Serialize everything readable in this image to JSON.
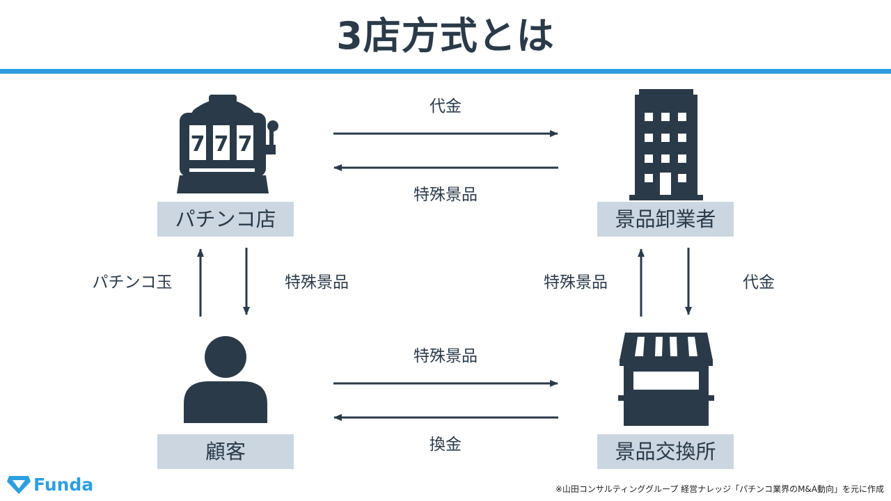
{
  "title": "3店方式とは",
  "nodes": {
    "pachinko": "パチンコ店",
    "wholesaler": "景品卸業者",
    "customer": "顧客",
    "exchange": "景品交換所"
  },
  "edges": {
    "pachinko_to_wholesaler": "代金",
    "wholesaler_to_pachinko": "特殊景品",
    "customer_to_pachinko": "パチンコ玉",
    "pachinko_to_customer": "特殊景品",
    "exchange_to_wholesaler": "特殊景品",
    "wholesaler_to_exchange": "代金",
    "customer_to_exchange": "特殊景品",
    "exchange_to_customer": "換金"
  },
  "icons": {
    "pachinko": "slot-machine-icon",
    "wholesaler": "office-building-icon",
    "customer": "person-icon",
    "exchange": "shop-icon"
  },
  "slot_reels": [
    "7",
    "7",
    "7"
  ],
  "logo": {
    "text": "Funda",
    "icon": "diamond-logo-icon"
  },
  "source_note": "※山田コンサルティンググループ 経営ナレッジ「パチンコ業界のM&A動向」を元に作成",
  "colors": {
    "accent": "#2d9fe0",
    "icon": "#2b3a48",
    "label_bg": "#cbd6e1"
  }
}
